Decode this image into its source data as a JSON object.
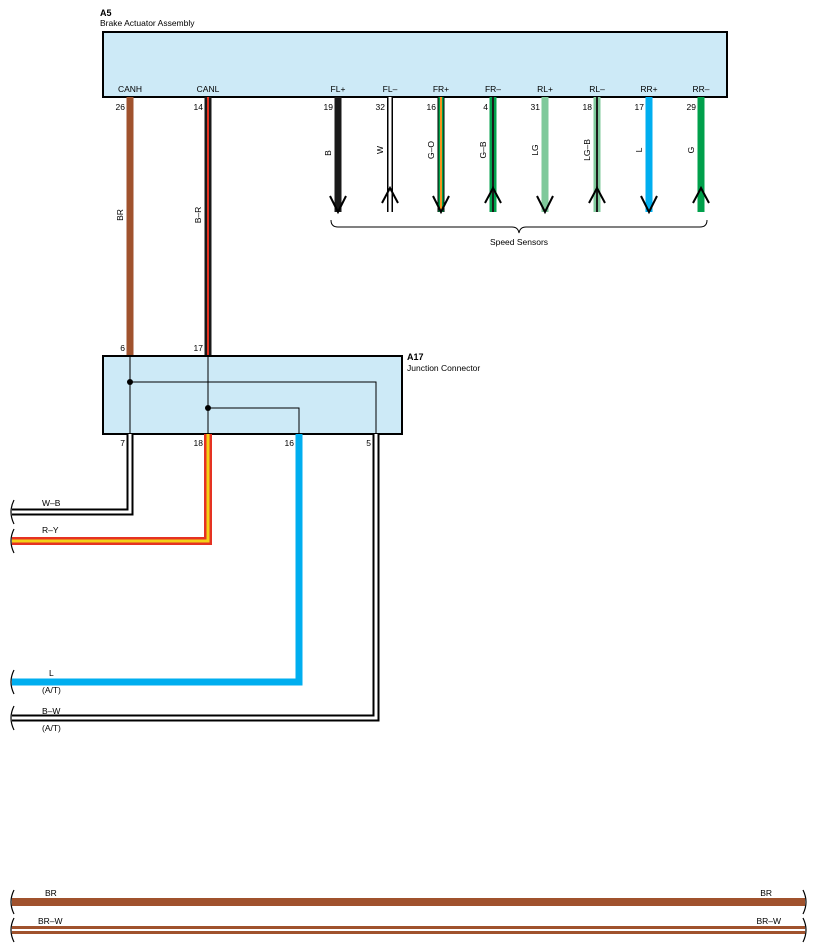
{
  "components": {
    "a5": {
      "ref": "A5",
      "name": "Brake Actuator Assembly",
      "pins": [
        {
          "label": "CANH",
          "num": "26"
        },
        {
          "label": "CANL",
          "num": "14"
        },
        {
          "label": "FL+",
          "num": "19"
        },
        {
          "label": "FL–",
          "num": "32"
        },
        {
          "label": "FR+",
          "num": "16"
        },
        {
          "label": "FR–",
          "num": "4"
        },
        {
          "label": "RL+",
          "num": "31"
        },
        {
          "label": "RL–",
          "num": "18"
        },
        {
          "label": "RR+",
          "num": "17"
        },
        {
          "label": "RR–",
          "num": "29"
        }
      ]
    },
    "a17": {
      "ref": "A17",
      "name": "Junction Connector",
      "top_pins": [
        "6",
        "17"
      ],
      "bottom_pins": [
        "7",
        "18",
        "16",
        "5"
      ]
    }
  },
  "sensor_wires": {
    "colors": [
      "B",
      "W",
      "G–O",
      "G–B",
      "LG",
      "LG–B",
      "L",
      "G"
    ],
    "group_label": "Speed Sensors"
  },
  "can_wires": [
    "BR",
    "B–R"
  ],
  "left_wires": [
    {
      "color": "W–B",
      "note": ""
    },
    {
      "color": "R–Y",
      "note": ""
    },
    {
      "color": "L",
      "note": "(A/T)"
    },
    {
      "color": "B–W",
      "note": "(A/T)"
    }
  ],
  "bottom_wires": [
    {
      "left": "BR",
      "right": "BR"
    },
    {
      "left": "BR–W",
      "right": "BR–W"
    }
  ],
  "colors": {
    "box_fill": "#cdeaf7",
    "brown": "#a0522d",
    "black": "#1a1a1a",
    "red": "#e53222",
    "yellow": "#f3d117",
    "blue": "#00aeef",
    "green": "#00a04b",
    "light_green": "#7fc99b",
    "orange": "#f7941d"
  }
}
